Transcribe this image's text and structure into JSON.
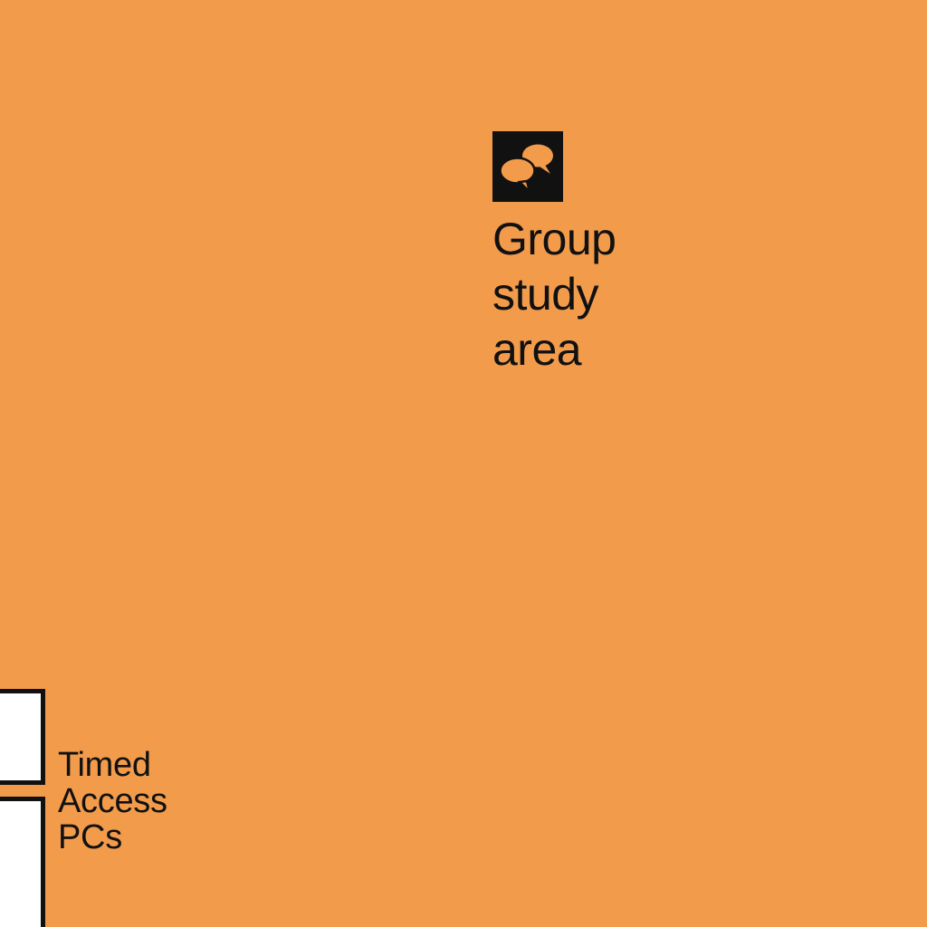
{
  "colors": {
    "floor": "#f29b4b",
    "ink": "#111111",
    "desk_fill": "#ffffff"
  },
  "group_study_area": {
    "icon": "speech-bubbles-icon",
    "label_lines": [
      "Group",
      "study",
      "area"
    ]
  },
  "timed_access_pcs": {
    "label_lines": [
      "Timed",
      "Access",
      "PCs"
    ]
  }
}
